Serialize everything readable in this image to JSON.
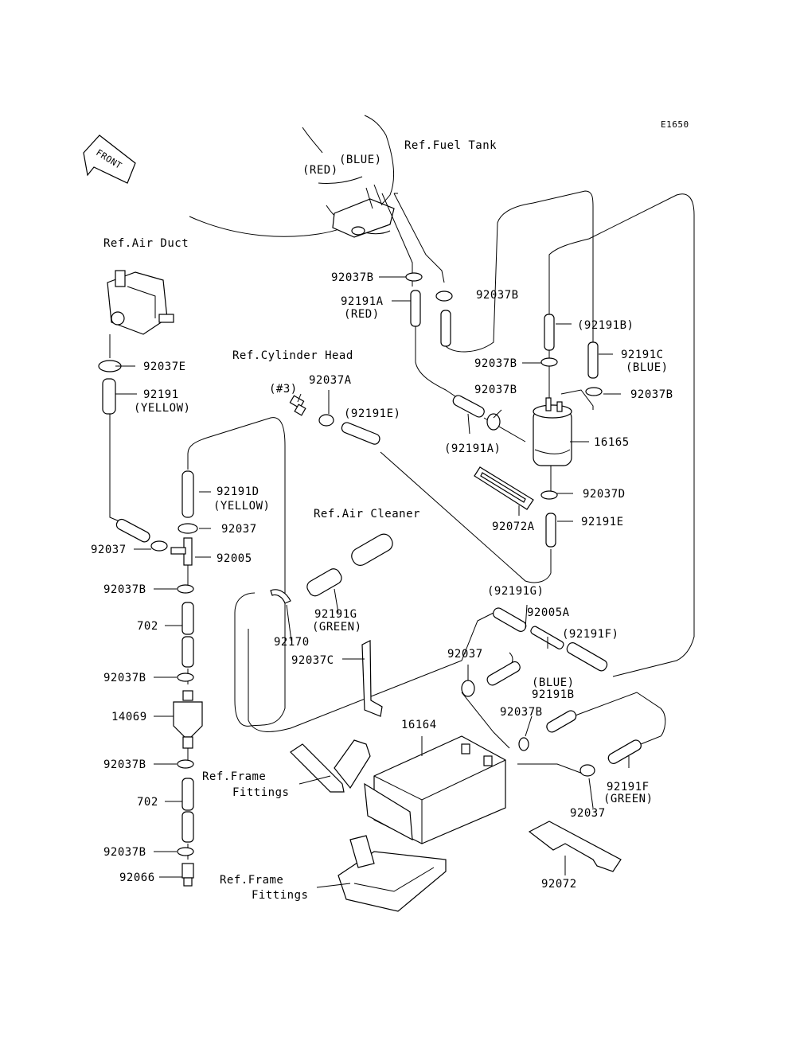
{
  "diagram": {
    "code": "E1650",
    "front": "FRONT",
    "refs": {
      "fuel_tank": "Ref.Fuel Tank",
      "air_duct": "Ref.Air Duct",
      "cylinder_head": "Ref.Cylinder Head",
      "air_cleaner": "Ref.Air Cleaner",
      "frame_fittings_1a": "Ref.Frame",
      "frame_fittings_1b": "Fittings",
      "frame_fittings_2a": "Ref.Frame",
      "frame_fittings_2b": "Fittings"
    },
    "labels": {
      "red_top": "(RED)",
      "blue_top": "(BLUE)",
      "p92037B_a": "92037B",
      "p92191A": "92191A",
      "p92191A_color": "(RED)",
      "p92037B_b": "92037B",
      "p92191B_paren": "(92191B)",
      "p92191C": "92191C",
      "p92191C_color": "(BLUE)",
      "p92037B_c": "92037B",
      "p92037B_d": "92037B",
      "p92037B_e": "92037B",
      "p92037E": "92037E",
      "p92191": "92191",
      "p92191_color": "(YELLOW)",
      "p3": "(#3)",
      "p92037A": "92037A",
      "p92191E_paren": "(92191E)",
      "p92191A_paren": "(92191A)",
      "p16165": "16165",
      "p92037D": "92037D",
      "p92072A": "92072A",
      "p92191E": "92191E",
      "p92191D": "92191D",
      "p92191D_color": "(YELLOW)",
      "p92037_a": "92037",
      "p92037_b": "92037",
      "p92005": "92005",
      "p92037B_f": "92037B",
      "p702_a": "702",
      "p92037B_g": "92037B",
      "p14069": "14069",
      "p92037B_h": "92037B",
      "p702_b": "702",
      "p92037B_i": "92037B",
      "p92066": "92066",
      "p92191G": "92191G",
      "p92191G_color": "(GREEN)",
      "p92170": "92170",
      "p92191G_paren": "(92191G)",
      "p92005A": "92005A",
      "p92191F_paren": "(92191F)",
      "p92037C": "92037C",
      "p92037_c": "92037",
      "p92191B_color": "(BLUE)",
      "p92191B": "92191B",
      "p92037B_j": "92037B",
      "p16164": "16164",
      "p92191F": "92191F",
      "p92191F_color": "(GREEN)",
      "p92037_d": "92037",
      "p92072": "92072"
    }
  }
}
